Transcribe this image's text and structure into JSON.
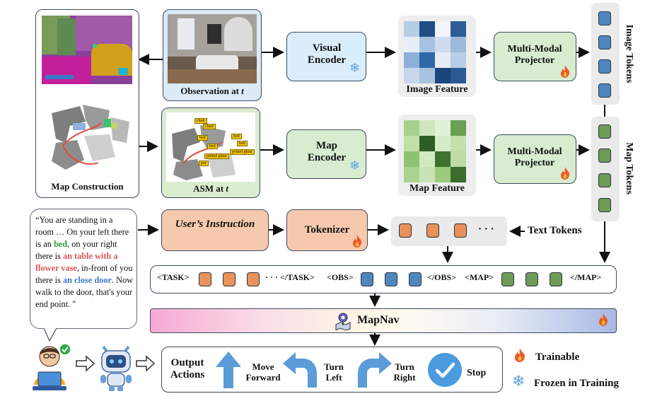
{
  "observation": {
    "caption_prefix": "Observation at",
    "caption_var": "t"
  },
  "map_construction": {
    "caption": "Map Construction"
  },
  "asm": {
    "caption_prefix": "ASM at",
    "caption_var": "t",
    "tags": [
      "chair",
      "chair",
      "bed",
      "bed",
      "bed",
      "potted plant",
      "potted plant",
      "bed",
      "pot"
    ]
  },
  "encoders": {
    "visual": "Visual Encoder",
    "map": "Map Encoder"
  },
  "features": {
    "image": "Image Feature",
    "map": "Map Feature"
  },
  "projectors": {
    "image": "Multi-Modal Projector",
    "map": "Multi-Modal Projector"
  },
  "tokens": {
    "image": "Image Tokens",
    "map": "Map Tokens",
    "text": "Text Tokens"
  },
  "instruction": {
    "parts": [
      {
        "text": "“You are standing in a room … On your left there is an ",
        "color": "#111111"
      },
      {
        "text": "bed",
        "color": "#2e9a3e"
      },
      {
        "text": ", on your right there is ",
        "color": "#111111"
      },
      {
        "text": "an table with a flower vase",
        "color": "#e0555a"
      },
      {
        "text": ", in-front of you there is ",
        "color": "#111111"
      },
      {
        "text": "an close door",
        "color": "#3f78c6"
      },
      {
        "text": ". Now walk to the door, that's your end point. \"",
        "color": "#111111"
      }
    ]
  },
  "users_instruction": "User’s Instruction",
  "tokenizer": "Tokenizer",
  "ellipsis": "· · ·",
  "sequence": {
    "task_open": "<TASK>",
    "task_close": "· · · </TASK>",
    "obs_open": "<OBS>",
    "obs_close": "</OBS>",
    "map_open": "<MAP>",
    "map_close": "</MAP>"
  },
  "mapnav": "MapNav",
  "output": {
    "title": "Output Actions",
    "actions": [
      "Move Forward",
      "Turn Left",
      "Turn Right",
      "Stop"
    ]
  },
  "legend": {
    "trainable": "Trainable",
    "frozen": "Frozen in Training"
  },
  "colors": {
    "visual_box": "#d9edfa",
    "map_box": "#d8ecd0",
    "instruction_box": "#f6c9ae",
    "token_orange": "#e8915a",
    "token_blue": "#4f87bd",
    "token_green": "#6f9b58",
    "arrow_blue": "#5a9bd8",
    "stop_blue": "#4a9be0"
  },
  "icons": [
    "fire-icon",
    "snowflake-icon",
    "robot-icon",
    "person-laptop-icon",
    "mapnav-logo-icon",
    "check-icon"
  ]
}
